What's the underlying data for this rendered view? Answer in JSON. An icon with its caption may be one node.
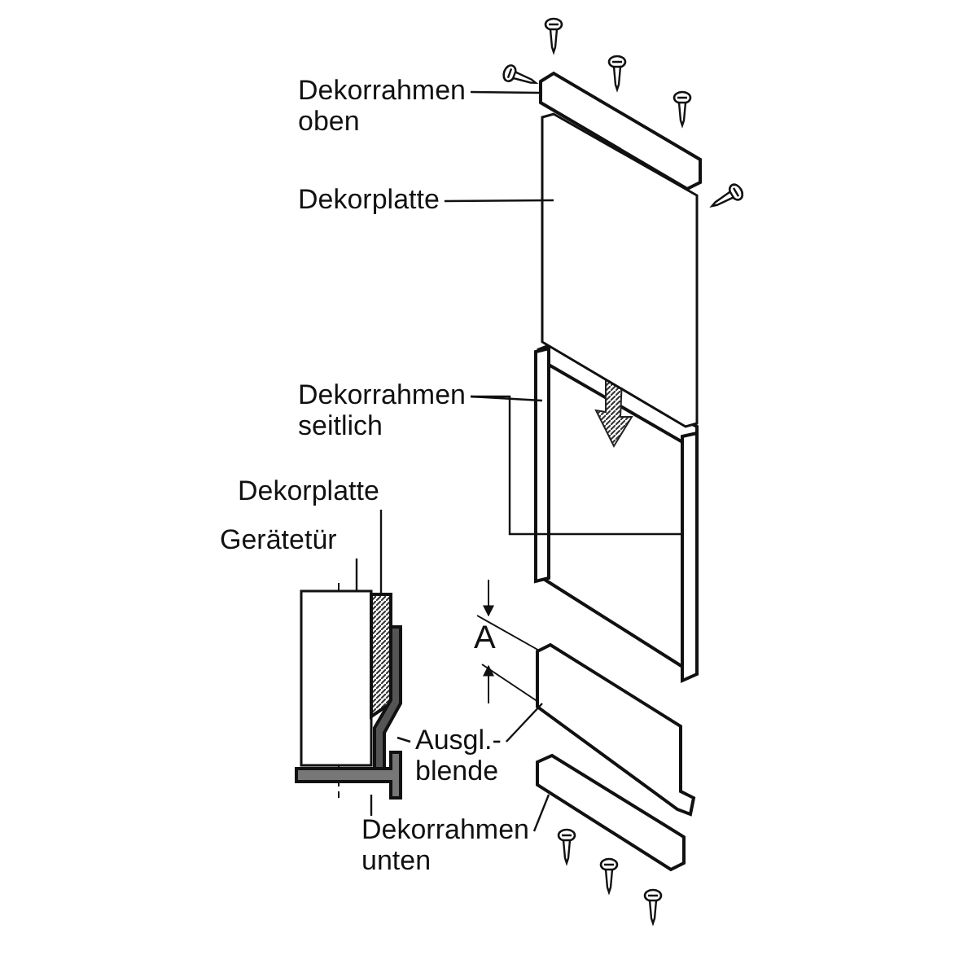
{
  "diagram": {
    "nodes": [
      {
        "text": [
          "Dekorrahmen oben"
        ]
      },
      {
        "text": [],
        "shape": "bar"
      },
      {
        "text": [
          "Dekorplatte"
        ]
      },
      {
        "text": [],
        "shape": "box"
      },
      {
        "text": [
          "Dekorrahmen seitlich"
        ]
      },
      {
        "text": [],
        "shape": "bar"
      },
      {
        "text": [],
        "shape": "bar"
      },
      {
        "text": [
          "Dekorplatte"
        ]
      },
      {
        "text": [
          "Gerätetür"
        ]
      },
      {
        "text": [],
        "shape": "box"
      },
      {
        "text": [],
        "shape": "bar"
      },
      {
        "text": [
          "Ausgl.- blende"
        ]
      },
      {
        "text": [],
        "shape": "bar"
      },
      {
        "text": [],
        "shape": "bar"
      },
      {
        "text": [
          "Dekorrahmen unten"
        ]
      },
      {
        "text": [],
        "shape": "bar"
      },
      {
        "text": [],
        "shape": "bar"
      }
    ],
    "edges": [
      {
        "from": 0,
        "to": 1,
        "arrow": "none"
      },
      {
        "from": 2,
        "to": 3,
        "arrow": "none"
      },
      {
        "from": 4,
        "to": 5,
        "arrow": "none"
      },
      {
        "from": 4,
        "to": 6,
        "arrow": "none"
      },
      {
        "from": 7,
        "to": 10,
        "arrow": "none"
      },
      {
        "from": 8,
        "to": 9,
        "arrow": "none"
      },
      {
        "from": 11,
        "to": 12,
        "arrow": "none"
      },
      {
        "from": 11,
        "to": 13,
        "arrow": "none"
      },
      {
        "from": 14,
        "to": 15,
        "arrow": "none"
      },
      {
        "from": 14,
        "to": 16,
        "arrow": "none"
      }
    ],
    "labels": [
      "A"
    ]
  }
}
